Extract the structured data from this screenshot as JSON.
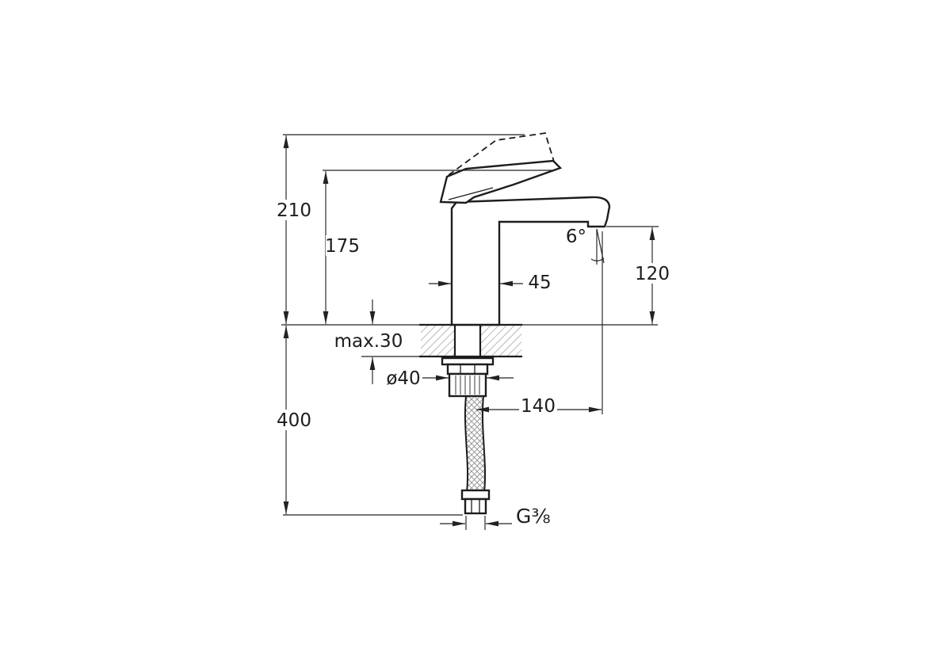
{
  "drawing": {
    "labels": {
      "overall_height": "210",
      "body_height": "175",
      "body_width": "45",
      "spout_angle": "6°",
      "spout_outlet_height": "120",
      "max_deck_thickness": "max.30",
      "mounting_hole_diameter": "ø40",
      "spout_reach": "140",
      "hose_length": "400",
      "hose_thread": "G⅜"
    },
    "colors": {
      "line": "#1d1d1d",
      "dimension_line": "#222222",
      "hatch": "#9b9b9b",
      "background": "#ffffff"
    }
  }
}
